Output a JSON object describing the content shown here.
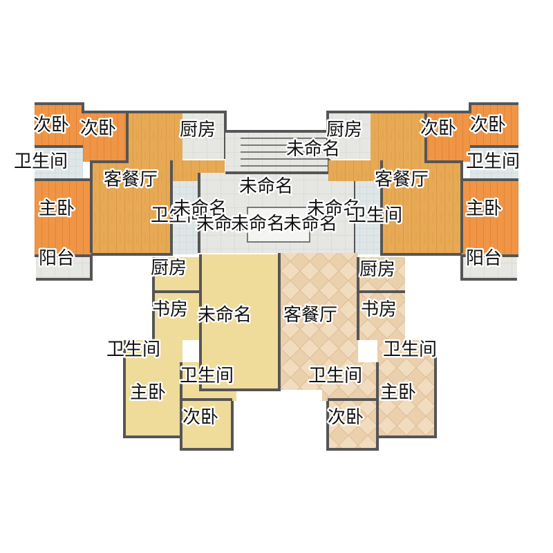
{
  "plan": {
    "colors": {
      "wood": "#e8a955",
      "wood_dark": "#cf8a35",
      "bedroom": "#f09a45",
      "tile": "#e9e9e6",
      "bath": "#d9e3e6",
      "yellow": "#f0dc9a",
      "pattern": "#f2dcc0",
      "pattern_line": "#e2c39a",
      "wall": "#555555"
    },
    "labels": {
      "cimi": "次卧",
      "weisheng": "卫生间",
      "chufang": "厨房",
      "kecanting": "客餐厅",
      "zhuwo": "主卧",
      "yangtai": "阳台",
      "weiming": "未命名",
      "shufang": "书房"
    }
  }
}
